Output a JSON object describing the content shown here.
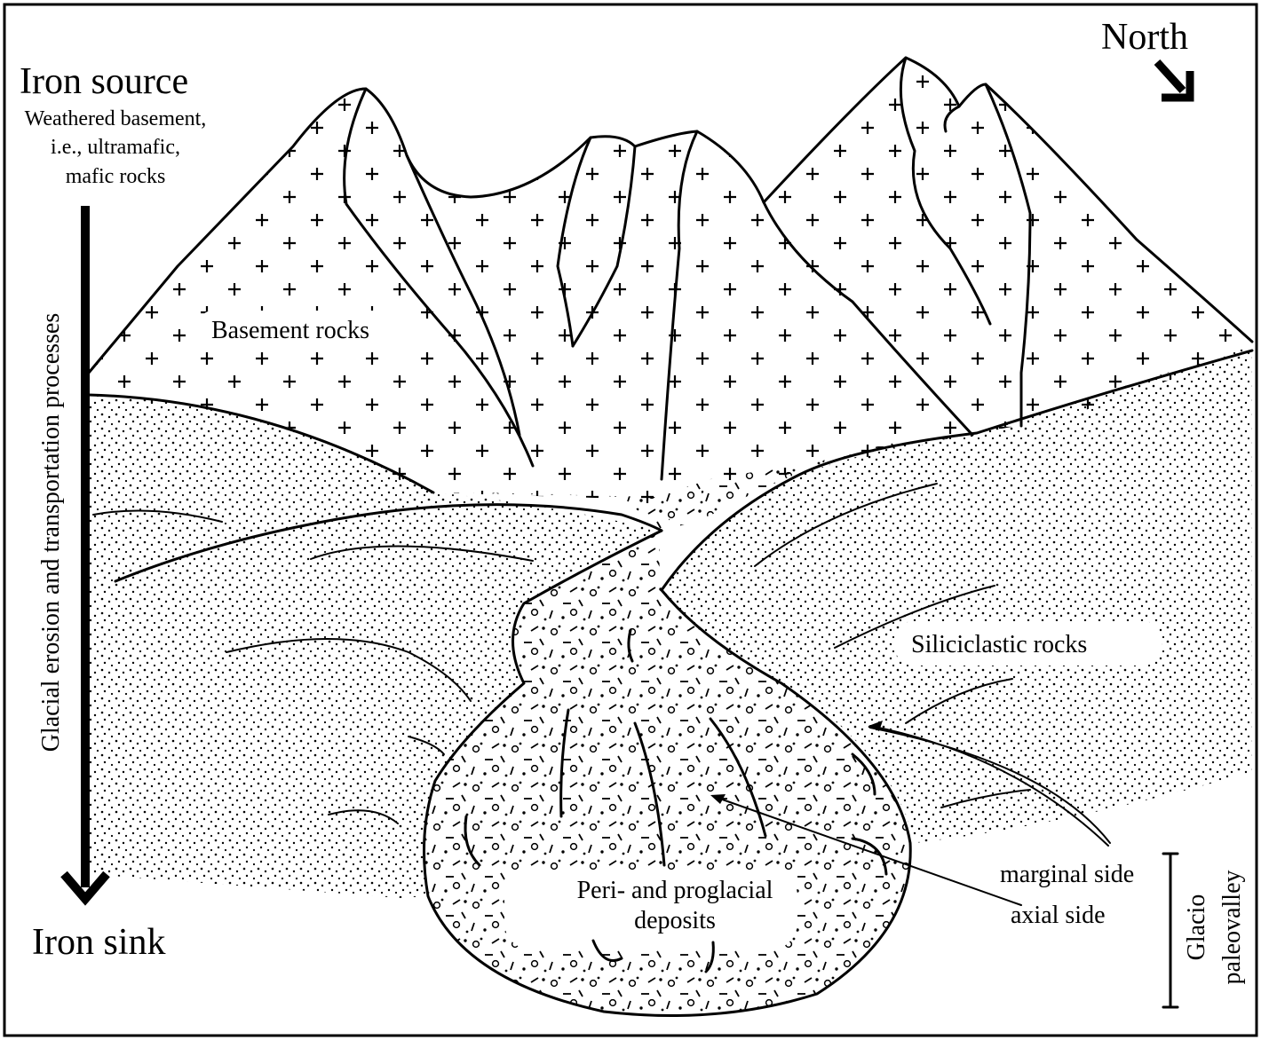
{
  "north": {
    "label": "North",
    "icon": "north-arrow-icon"
  },
  "source": {
    "title": "Iron source",
    "desc_lines": [
      "Weathered basement,",
      "i.e., ultramafic,",
      "mafic rocks"
    ]
  },
  "process_label": "Glacial erosion and transportation processes",
  "sink": {
    "title": "Iron sink"
  },
  "units": {
    "basement": "Basement rocks",
    "siliciclastic": "Siliciclastic rocks",
    "deposits_lines": [
      "Peri- and proglacial",
      "deposits"
    ]
  },
  "valley": {
    "marginal": "marginal side",
    "axial": "axial side",
    "bracket_lines": [
      "Glacio",
      "paleovalley"
    ]
  }
}
